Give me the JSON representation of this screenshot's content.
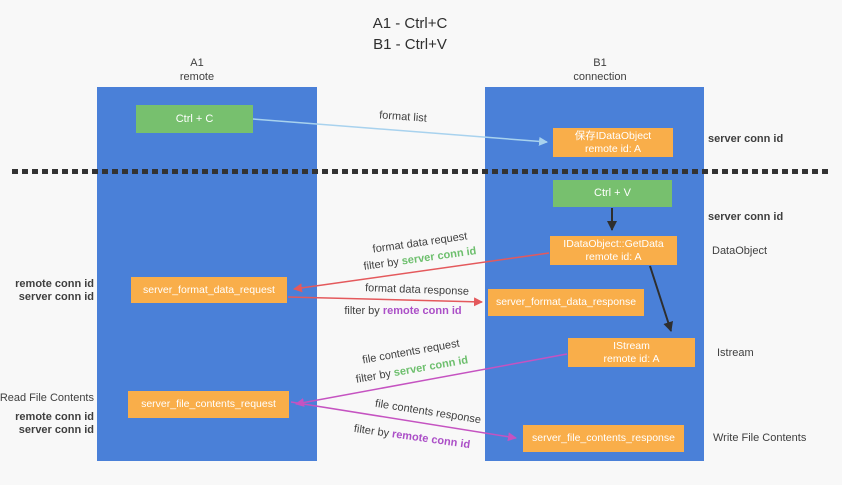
{
  "title": {
    "line1": "A1 - Ctrl+C",
    "line2": "B1 - Ctrl+V"
  },
  "lanes": {
    "left": {
      "header_line1": "A1",
      "header_line2": "remote"
    },
    "right": {
      "header_line1": "B1",
      "header_line2": "connection"
    }
  },
  "nodes": {
    "ctrl_c": {
      "label": "Ctrl + C"
    },
    "save_idataobject": {
      "line1": "保存IDataObject",
      "line2": "remote id: A"
    },
    "ctrl_v": {
      "label": "Ctrl + V"
    },
    "getdata": {
      "line1": "IDataObject::GetData",
      "line2": "remote id: A"
    },
    "server_format_data_request": {
      "label": "server_format_data_request"
    },
    "server_format_data_response": {
      "label": "server_format_data_response"
    },
    "istream": {
      "line1": "IStream",
      "line2": "remote id: A"
    },
    "server_file_contents_request": {
      "label": "server_file_contents_request"
    },
    "server_file_contents_response": {
      "label": "server_file_contents_response"
    }
  },
  "arrow_labels": {
    "format_list": "format list",
    "format_data_request": "format data request",
    "format_data_response": "format data response",
    "file_contents_request": "file contents request",
    "file_contents_response": "file contents response",
    "filter_by": "filter by",
    "server_conn_id": "server conn id",
    "remote_conn_id": "remote conn id"
  },
  "side_labels": {
    "right_server_conn_id_top": "server conn id",
    "right_server_conn_id_mid": "server conn id",
    "dataobject": "DataObject",
    "istream": "Istream",
    "write_file_contents": "Write File Contents",
    "left_remote_conn_id_top": "remote conn id",
    "left_server_conn_id_top": "server conn id",
    "read_file_contents": "Read File Contents",
    "left_remote_conn_id_bottom": "remote conn id",
    "left_server_conn_id_bottom": "server conn id"
  },
  "colors": {
    "lane_blue": "#4a80d8",
    "box_green": "#77c06e",
    "box_orange": "#f9ae4a",
    "arrow_blue": "#a8d2ee",
    "arrow_red": "#e4595c",
    "arrow_magenta": "#c553c1",
    "arrow_black": "#2e2e2e",
    "text_green": "#6dbf6d",
    "text_purple": "#ab4fc7",
    "text_dark": "#3f3f3f",
    "divider_black": "#333333",
    "background": "#f8f8f8"
  }
}
